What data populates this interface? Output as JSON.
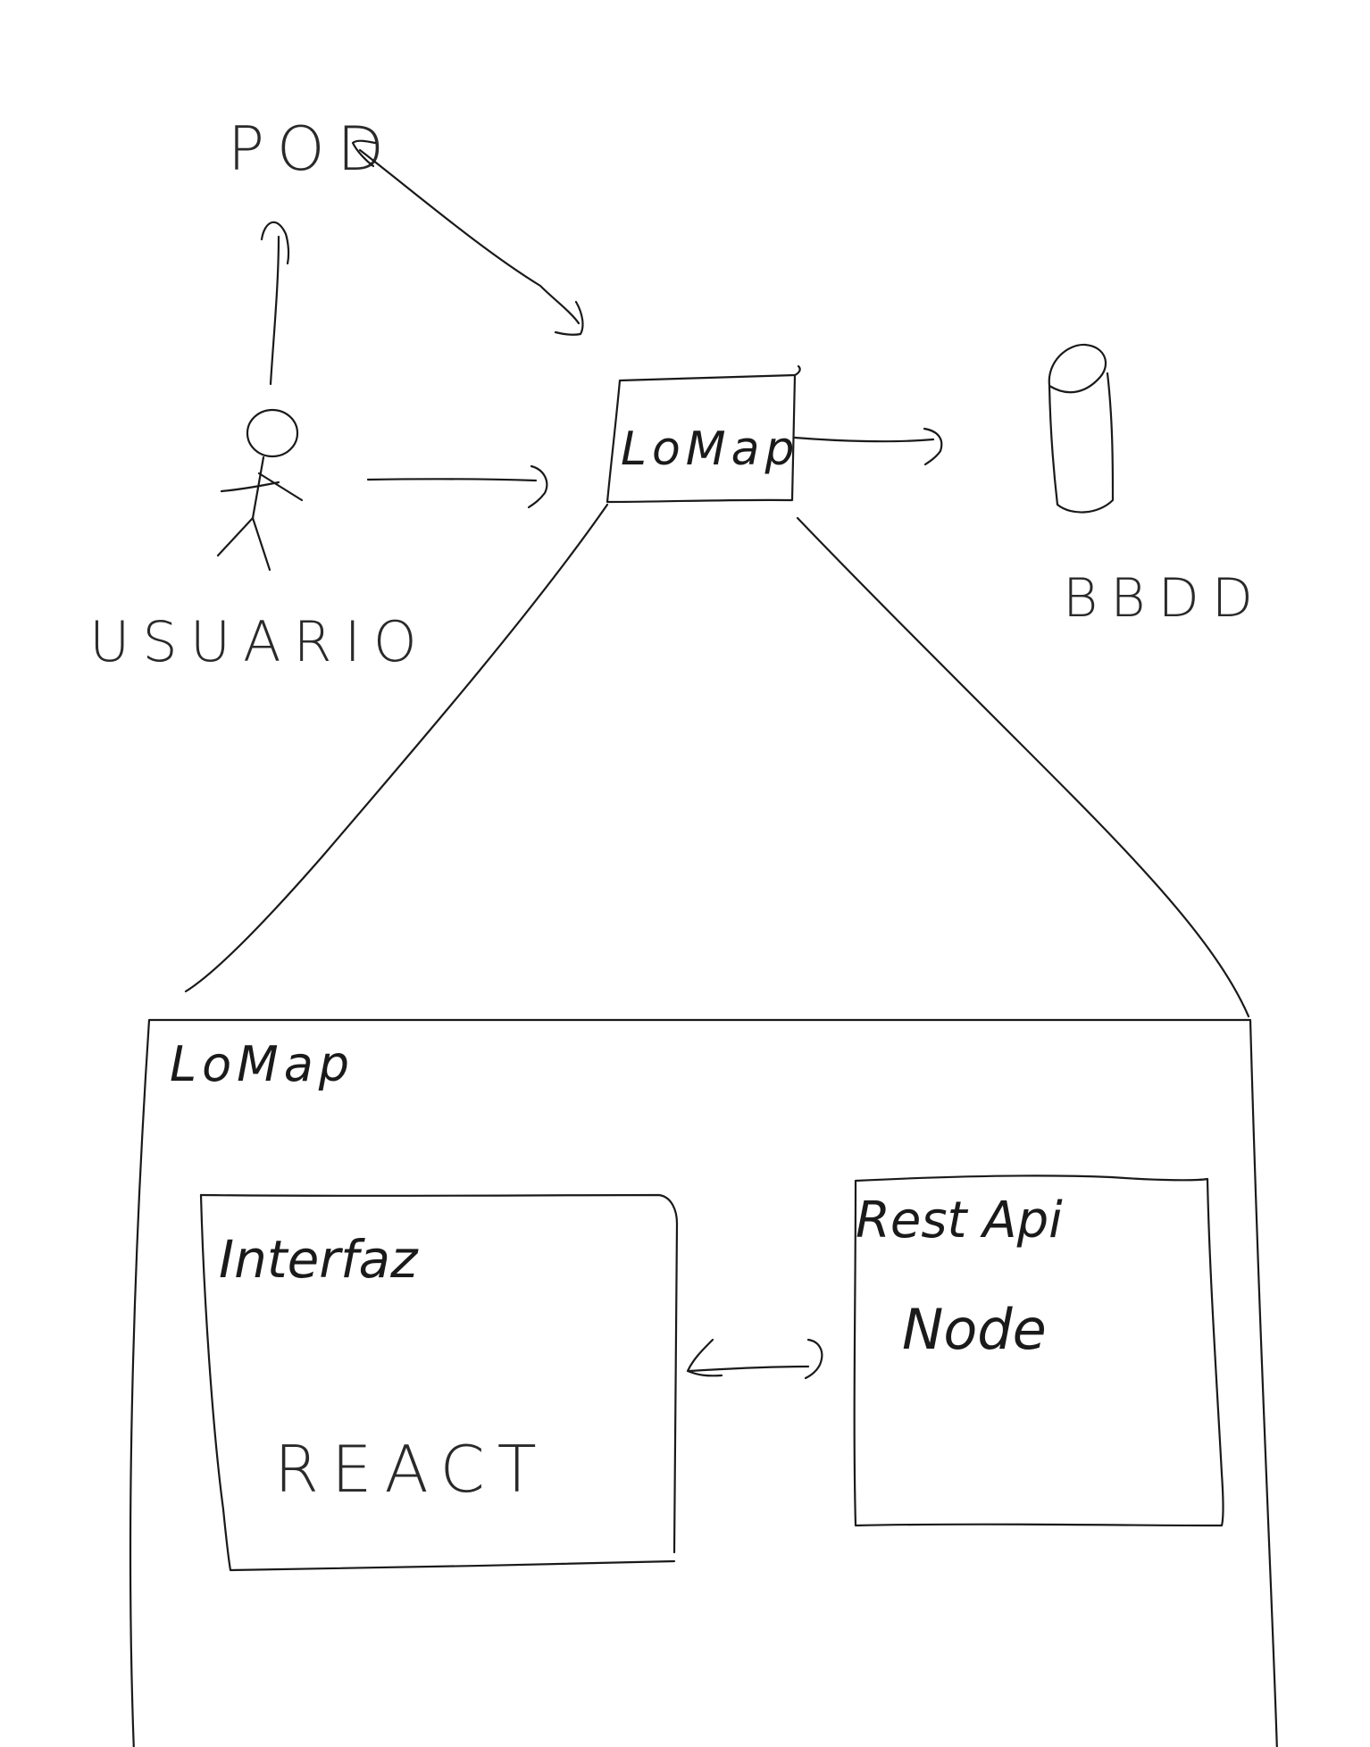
{
  "nodes": {
    "pod": {
      "label": "POD"
    },
    "usuario": {
      "label": "USUARIO"
    },
    "lomap": {
      "label": "LoMap"
    },
    "bbdd": {
      "label": "BBDD"
    }
  },
  "detail": {
    "container": {
      "label": "LoMap"
    },
    "interfaz": {
      "label": "Interfaz",
      "tech": "REACT"
    },
    "restapi": {
      "label": "Rest Api",
      "tech": "Node"
    }
  }
}
